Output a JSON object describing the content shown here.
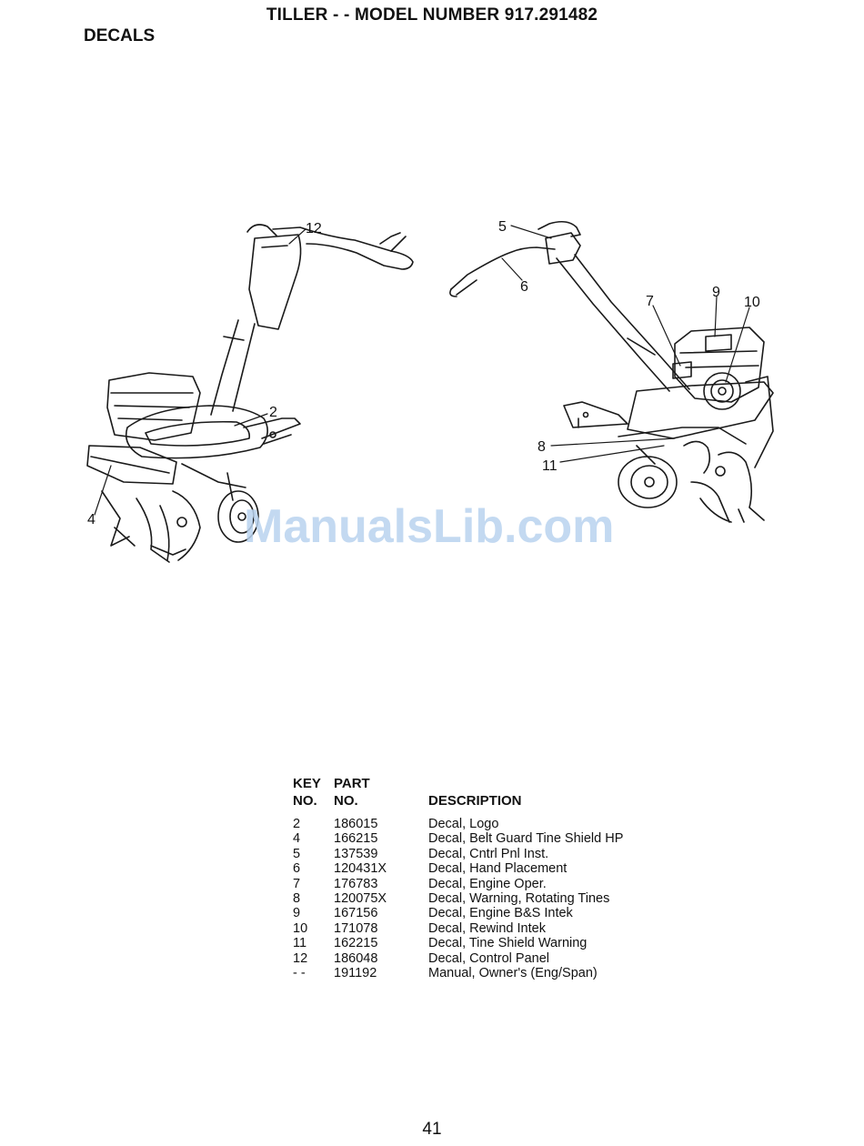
{
  "header": {
    "title": "TILLER - - MODEL NUMBER 917.291482",
    "section": "DECALS"
  },
  "diagram": {
    "left_callouts": [
      "12",
      "2",
      "4"
    ],
    "right_callouts": [
      "5",
      "6",
      "7",
      "9",
      "10",
      "8",
      "11"
    ],
    "watermark": "ManualsLib.com"
  },
  "parts_list": {
    "headers": {
      "key_line1": "KEY",
      "part_line1": "PART",
      "key_line2": "NO.",
      "part_line2": "NO.",
      "description": "DESCRIPTION"
    },
    "rows": [
      {
        "key": "2",
        "part": "186015",
        "description": "Decal, Logo"
      },
      {
        "key": "4",
        "part": "166215",
        "description": "Decal, Belt Guard Tine Shield HP"
      },
      {
        "key": "5",
        "part": "137539",
        "description": "Decal, Cntrl Pnl Inst."
      },
      {
        "key": "6",
        "part": "120431X",
        "description": "Decal, Hand Placement"
      },
      {
        "key": "7",
        "part": "176783",
        "description": "Decal, Engine Oper."
      },
      {
        "key": "8",
        "part": "120075X",
        "description": "Decal, Warning, Rotating Tines"
      },
      {
        "key": "9",
        "part": "167156",
        "description": "Decal, Engine B&S Intek"
      },
      {
        "key": "10",
        "part": "171078",
        "description": "Decal, Rewind Intek"
      },
      {
        "key": "11",
        "part": "162215",
        "description": "Decal, Tine Shield Warning"
      },
      {
        "key": "12",
        "part": "186048",
        "description": "Decal, Control Panel"
      },
      {
        "key": "- -",
        "part": "191192",
        "description": "Manual, Owner's (Eng/Span)"
      }
    ]
  },
  "page_number": "41"
}
